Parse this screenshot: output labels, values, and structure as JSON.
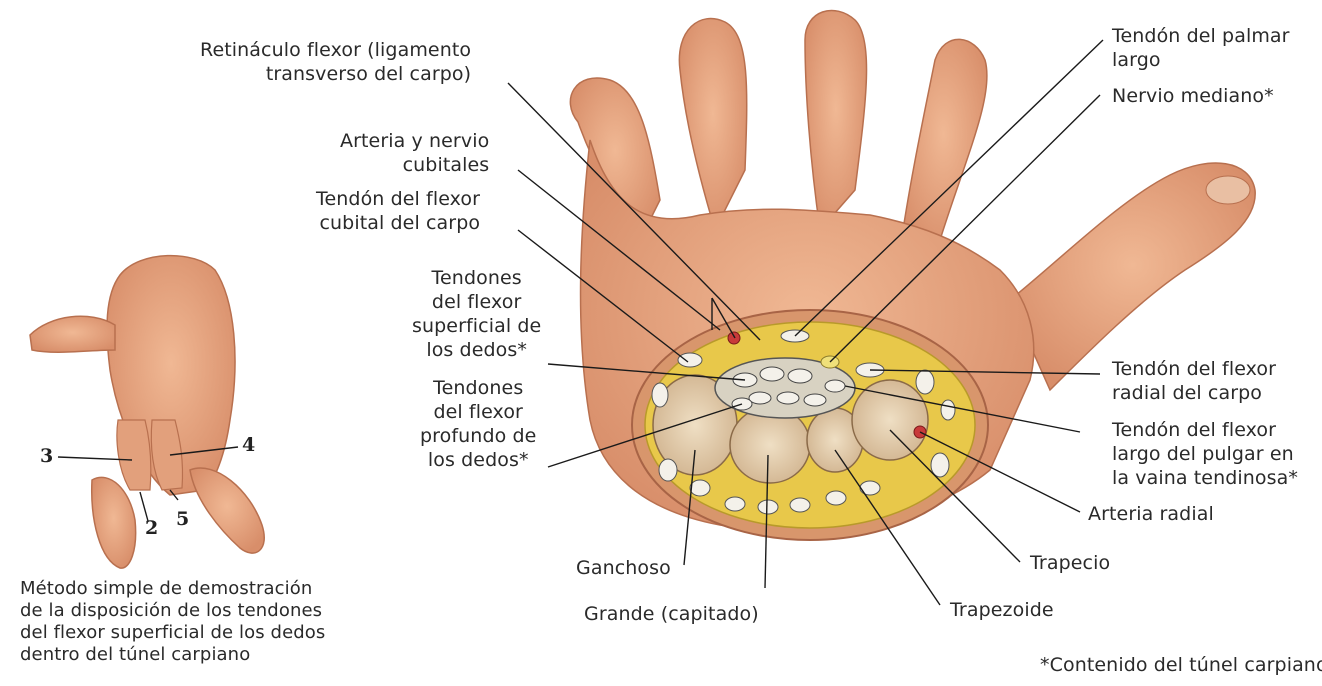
{
  "labels": {
    "retinaculo": [
      "Retináculo flexor (ligamento",
      "transverso del carpo)"
    ],
    "arteria_nervio_cubitales": [
      "Arteria y nervio",
      "cubitales"
    ],
    "flexor_cubital": [
      "Tendón del flexor",
      "cubital del carpo"
    ],
    "flexor_superficial": [
      "Tendones",
      "del flexor",
      "superficial de",
      "los dedos*"
    ],
    "flexor_profundo": [
      "Tendones",
      "del flexor",
      "profundo de",
      "los dedos*"
    ],
    "ganchoso": "Ganchoso",
    "grande": "Grande (capitado)",
    "trapezoide": "Trapezoide",
    "trapecio": "Trapecio",
    "arteria_radial": "Arteria radial",
    "flexor_largo_pulgar": [
      "Tendón del flexor",
      "largo del pulgar en",
      "la vaina tendinosa*"
    ],
    "flexor_radial": [
      "Tendón del flexor",
      "radial del carpo"
    ],
    "palmar_largo": [
      "Tendón del palmar",
      "largo"
    ],
    "nervio_mediano": "Nervio mediano*",
    "footnote": "*Contenido del túnel carpiano"
  },
  "inset": {
    "caption": [
      "Método simple de demostración",
      "de la disposición de los tendones",
      "del flexor superficial de los dedos",
      "dentro del túnel carpiano"
    ],
    "numbers": [
      "3",
      "4",
      "2",
      "5"
    ]
  },
  "colors": {
    "skin": "#e8a882",
    "skin_dark": "#c97e5c",
    "fat": "#e8c84a",
    "bone": "#e6d2b4",
    "tendon": "#f4f1ea",
    "artery": "#c83a3a",
    "line": "#1a1a1a"
  }
}
